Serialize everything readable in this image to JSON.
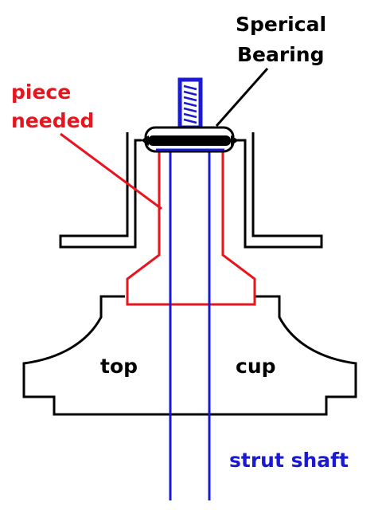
{
  "labels": {
    "bearing_line1": "Sperical",
    "bearing_line2": "Bearing",
    "piece_line1": "piece",
    "piece_line2": "needed",
    "top": "top",
    "cup": "cup",
    "shaft": "strut shaft"
  },
  "colors": {
    "outline": "#000000",
    "piece": "#e8141e",
    "shaft": "#1a1ad4",
    "background": "#ffffff"
  }
}
